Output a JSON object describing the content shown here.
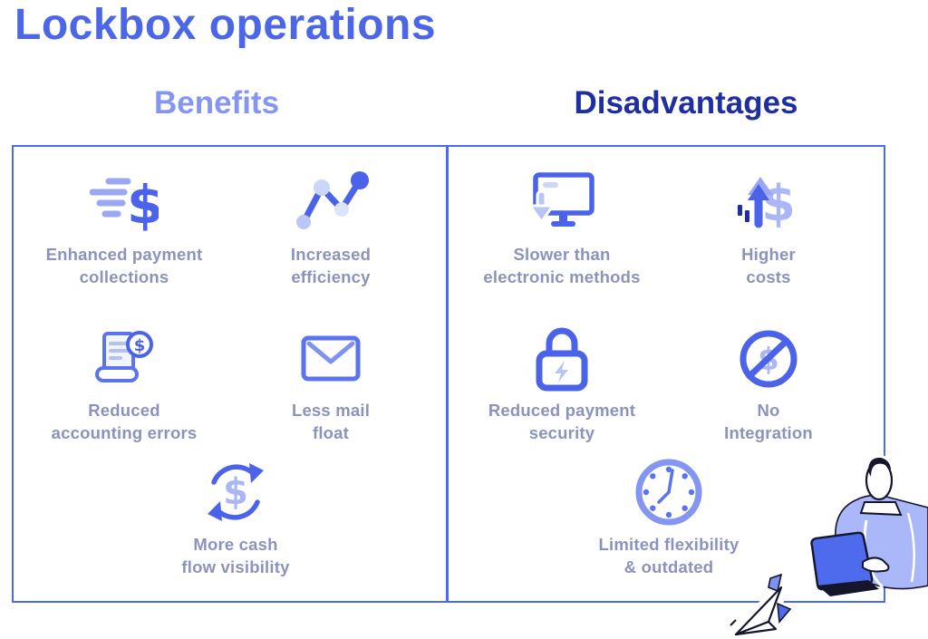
{
  "title": "Lockbox operations",
  "columns": {
    "benefits": {
      "header": "Benefits",
      "items": [
        {
          "icon": "speed-dollar-icon",
          "line1": "Enhanced payment",
          "line2": "collections"
        },
        {
          "icon": "efficiency-chart-icon",
          "line1": "Increased",
          "line2": "efficiency"
        },
        {
          "icon": "receipt-dollar-icon",
          "line1": "Reduced",
          "line2": "accounting errors"
        },
        {
          "icon": "envelope-icon",
          "line1": "Less mail",
          "line2": "float"
        },
        {
          "icon": "cash-cycle-icon",
          "line1": "More cash",
          "line2": "flow visibility"
        }
      ]
    },
    "disadvantages": {
      "header": "Disadvantages",
      "items": [
        {
          "icon": "monitor-download-icon",
          "line1": "Slower than",
          "line2": "electronic methods"
        },
        {
          "icon": "rising-costs-icon",
          "line1": "Higher",
          "line2": "costs"
        },
        {
          "icon": "padlock-icon",
          "line1": "Reduced payment",
          "line2": "security"
        },
        {
          "icon": "no-dollar-icon",
          "line1": "No",
          "line2": "Integration"
        },
        {
          "icon": "clock-icon",
          "line1": "Limited flexibility",
          "line2": "& outdated"
        }
      ]
    }
  },
  "colors": {
    "title_blue": "#4c66e8",
    "benefits_header": "#8495f2",
    "disadvantages_header": "#1f2f9f",
    "border_blue": "#4a6af2",
    "icon_blue": "#4b63e8",
    "icon_light": "#aab6f6",
    "icon_pale": "#ccd6f8",
    "label_gray": "#8b93bd",
    "background": "#ffffff"
  }
}
